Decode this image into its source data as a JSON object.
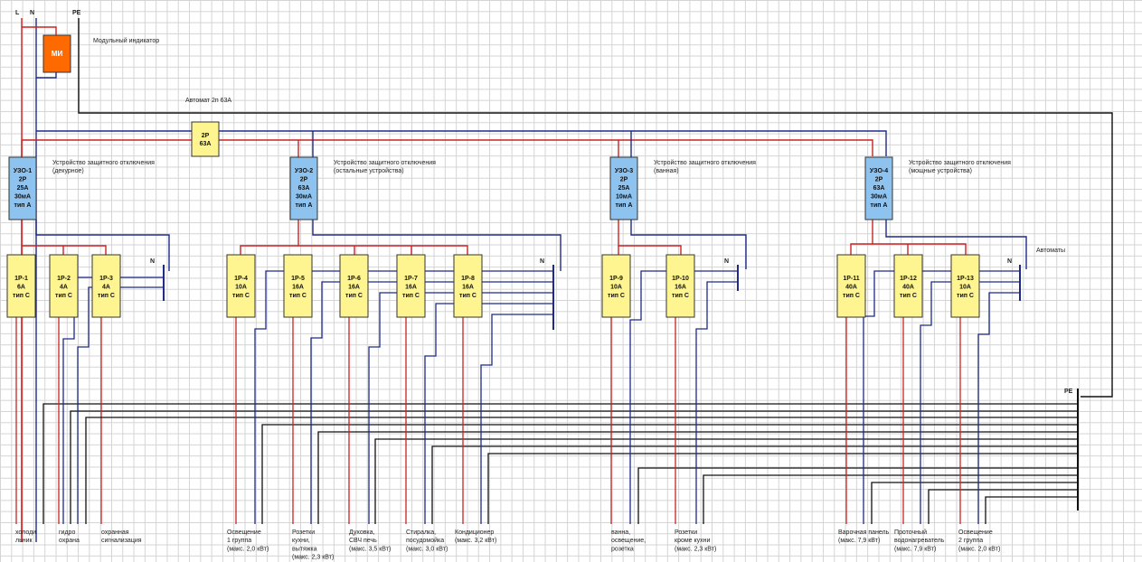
{
  "terminals": {
    "l": "L",
    "n": "N",
    "pe": "PE"
  },
  "indicator": {
    "label": "МИ",
    "caption": "Модульный индикатор",
    "color": "#ff6a00"
  },
  "main_breaker": {
    "caption": "Автомат 2п 63А",
    "lines": [
      "2P",
      "63A"
    ],
    "color": "#fff590"
  },
  "colors": {
    "phase": "#cc2222",
    "neutral": "#1f2a8a",
    "pe": "#111111",
    "rcd": "#8fc3ef",
    "breaker": "#fff590"
  },
  "rcds": [
    {
      "lines": [
        "УЗО-1",
        "2P",
        "25A",
        "30мА",
        "тип А"
      ],
      "desc": [
        "Устройство защитного отключения",
        "(декурное)"
      ]
    },
    {
      "lines": [
        "УЗО-2",
        "2P",
        "63A",
        "30мА",
        "тип А"
      ],
      "desc": [
        "Устройство защитного отключения",
        "(остальные устройства)"
      ]
    },
    {
      "lines": [
        "УЗО-3",
        "2P",
        "25A",
        "10мА",
        "тип А"
      ],
      "desc": [
        "Устройство защитного отключения",
        "(ванная)"
      ]
    },
    {
      "lines": [
        "УЗО-4",
        "2P",
        "63A",
        "30мА",
        "тип А"
      ],
      "desc": [
        "Устройство защитного отключения",
        "(мощные устройства)"
      ]
    }
  ],
  "breakers_caption": "Автоматы",
  "n_label": "N",
  "pe_bus_label": "PE",
  "breakers": [
    {
      "lines": [
        "1P-1",
        "6A",
        "тип C"
      ]
    },
    {
      "lines": [
        "1P-2",
        "4A",
        "тип C"
      ]
    },
    {
      "lines": [
        "1P-3",
        "4A",
        "тип C"
      ]
    },
    {
      "lines": [
        "1P-4",
        "10A",
        "тип C"
      ]
    },
    {
      "lines": [
        "1P-5",
        "16A",
        "тип C"
      ]
    },
    {
      "lines": [
        "1P-6",
        "16A",
        "тип C"
      ]
    },
    {
      "lines": [
        "1P-7",
        "16A",
        "тип C"
      ]
    },
    {
      "lines": [
        "1P-8",
        "16A",
        "тип C"
      ]
    },
    {
      "lines": [
        "1P-9",
        "10A",
        "тип C"
      ]
    },
    {
      "lines": [
        "1P-10",
        "16A",
        "тип C"
      ]
    },
    {
      "lines": [
        "1P-11",
        "40A",
        "тип C"
      ]
    },
    {
      "lines": [
        "1P-12",
        "40A",
        "тип C"
      ]
    },
    {
      "lines": [
        "1P-13",
        "10A",
        "тип C"
      ]
    }
  ],
  "loads": [
    [
      "холоди",
      "льник"
    ],
    [
      "гидро",
      "охрана"
    ],
    [
      "охранная",
      "сигнализация"
    ],
    [
      "Освещение",
      "1 группа",
      "(макс. 2,0 кВт)"
    ],
    [
      "Розетки",
      "кухни,",
      "вытяжка",
      "(макс. 2,3 кВт)"
    ],
    [
      "Духовка,",
      "СВЧ печь",
      "(макс. 3,5 кВт)"
    ],
    [
      "Стиралка,",
      "посудомойка",
      "(макс. 3,0 кВт)"
    ],
    [
      "Кондиционер",
      "(макс. 3,2 кВт)"
    ],
    [
      "ванна,",
      "освещение,",
      "розетка"
    ],
    [
      "Розетки",
      "кроме кухни",
      "(макс. 2,3 кВт)"
    ],
    [
      "Варочная панель",
      "(макс. 7,9 кВт)"
    ],
    [
      "Проточный",
      "водонагреватель",
      "(макс. 7,9 кВт)"
    ],
    [
      "Освещение",
      "2 группа",
      "(макс. 2,0 кВт)"
    ]
  ]
}
